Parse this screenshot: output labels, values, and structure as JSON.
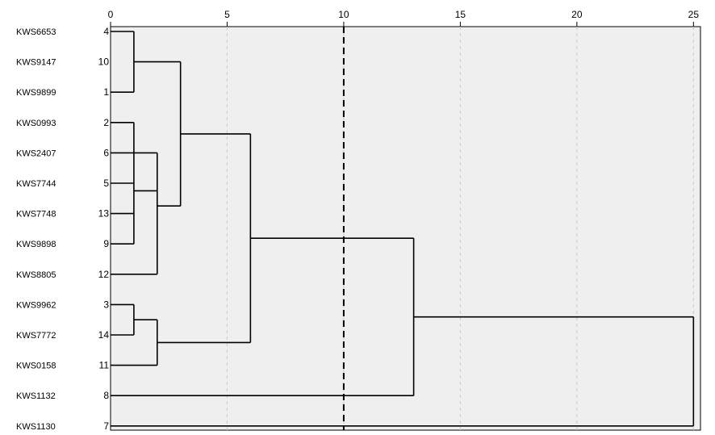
{
  "chart_data": {
    "type": "dendrogram",
    "title": "",
    "xlabel": "",
    "ylabel": "",
    "x_ticks": [
      "0",
      "5",
      "10",
      "15",
      "20",
      "25"
    ],
    "xlim": [
      0,
      25.3
    ],
    "cut_line_at": 10,
    "grid": "vertical dashed at ticks",
    "colors": {
      "plot_background": "#efefef",
      "lines": "#000000",
      "grid": "#c8c8c8"
    },
    "leaves": [
      {
        "name": "KWS6653",
        "id": "4"
      },
      {
        "name": "KWS9147",
        "id": "10"
      },
      {
        "name": "KWS9899",
        "id": "1"
      },
      {
        "name": "KWS0993",
        "id": "2"
      },
      {
        "name": "KWS2407",
        "id": "6"
      },
      {
        "name": "KWS7744",
        "id": "5"
      },
      {
        "name": "KWS7748",
        "id": "13"
      },
      {
        "name": "KWS9898",
        "id": "9"
      },
      {
        "name": "KWS8805",
        "id": "12"
      },
      {
        "name": "KWS9962",
        "id": "3"
      },
      {
        "name": "KWS7772",
        "id": "14"
      },
      {
        "name": "KWS0158",
        "id": "11"
      },
      {
        "name": "KWS1132",
        "id": "8"
      },
      {
        "name": "KWS1130",
        "id": "7"
      }
    ],
    "merges": [
      {
        "members": [
          "4",
          "1"
        ],
        "height": 1
      },
      {
        "members": [
          "2",
          "5",
          "13",
          "9"
        ],
        "height": 1
      },
      {
        "members": [
          "3",
          "14"
        ],
        "height": 1
      },
      {
        "members": [
          "6",
          "2-5-13-9",
          "12"
        ],
        "height": 2
      },
      {
        "members": [
          "3-14",
          "11"
        ],
        "height": 2
      },
      {
        "members": [
          "4-1",
          "6-group"
        ],
        "height": 3
      },
      {
        "members": [
          "4-1-6-group",
          "3-14-11"
        ],
        "height": 6
      },
      {
        "members": [
          "cluster-13",
          "8"
        ],
        "height": 13
      },
      {
        "members": [
          "cluster-8",
          "7"
        ],
        "height": 25
      }
    ]
  }
}
